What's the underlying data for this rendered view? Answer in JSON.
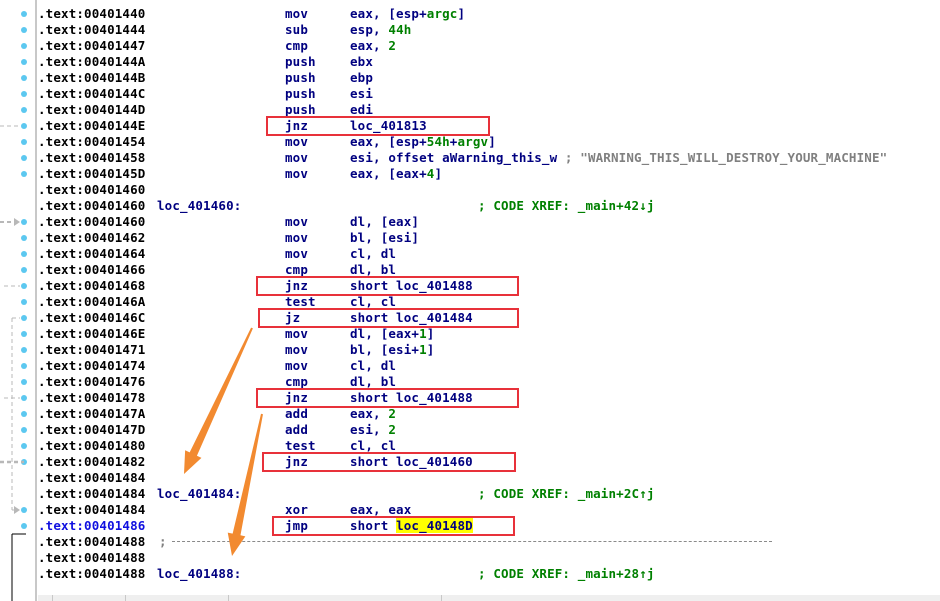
{
  "listing": {
    "rows": [
      {
        "addr": ".text:00401440",
        "mnem": "mov",
        "ops": [
          {
            "t": "eax, [esp+"
          },
          {
            "t": "argc",
            "c": "num"
          },
          {
            "t": "]"
          }
        ],
        "dot": true
      },
      {
        "addr": ".text:00401444",
        "mnem": "sub",
        "ops": [
          {
            "t": "esp, "
          },
          {
            "t": "44h",
            "c": "num"
          }
        ],
        "dot": true
      },
      {
        "addr": ".text:00401447",
        "mnem": "cmp",
        "ops": [
          {
            "t": "eax, "
          },
          {
            "t": "2",
            "c": "num"
          }
        ],
        "dot": true
      },
      {
        "addr": ".text:0040144A",
        "mnem": "push",
        "ops": [
          {
            "t": "ebx"
          }
        ],
        "dot": true
      },
      {
        "addr": ".text:0040144B",
        "mnem": "push",
        "ops": [
          {
            "t": "ebp"
          }
        ],
        "dot": true
      },
      {
        "addr": ".text:0040144C",
        "mnem": "push",
        "ops": [
          {
            "t": "esi"
          }
        ],
        "dot": true
      },
      {
        "addr": ".text:0040144D",
        "mnem": "push",
        "ops": [
          {
            "t": "edi"
          }
        ],
        "dot": true
      },
      {
        "addr": ".text:0040144E",
        "mnem": "jnz",
        "ops": [
          {
            "t": "loc_401813"
          }
        ],
        "dot": true,
        "boxed": true
      },
      {
        "addr": ".text:00401454",
        "mnem": "mov",
        "ops": [
          {
            "t": "eax, [esp+"
          },
          {
            "t": "54h",
            "c": "num"
          },
          {
            "t": "+"
          },
          {
            "t": "argv",
            "c": "num"
          },
          {
            "t": "]"
          }
        ],
        "dot": true
      },
      {
        "addr": ".text:00401458",
        "mnem": "mov",
        "ops": [
          {
            "t": "esi, offset aWarning_this_w "
          }
        ],
        "dot": true,
        "comment": "; \"WARNING_THIS_WILL_DESTROY_YOUR_MACHINE\"",
        "comment_kind": "str"
      },
      {
        "addr": ".text:0040145D",
        "mnem": "mov",
        "ops": [
          {
            "t": "eax, [eax+"
          },
          {
            "t": "4",
            "c": "num"
          },
          {
            "t": "]"
          }
        ],
        "dot": true
      },
      {
        "addr": ".text:00401460"
      },
      {
        "addr": ".text:00401460",
        "label": "loc_401460:",
        "comment": "; CODE XREF: _main+42↓j"
      },
      {
        "addr": ".text:00401460",
        "mnem": "mov",
        "ops": [
          {
            "t": "dl, [eax]"
          }
        ],
        "dot": true
      },
      {
        "addr": ".text:00401462",
        "mnem": "mov",
        "ops": [
          {
            "t": "bl, [esi]"
          }
        ],
        "dot": true
      },
      {
        "addr": ".text:00401464",
        "mnem": "mov",
        "ops": [
          {
            "t": "cl, dl"
          }
        ],
        "dot": true
      },
      {
        "addr": ".text:00401466",
        "mnem": "cmp",
        "ops": [
          {
            "t": "dl, bl"
          }
        ],
        "dot": true
      },
      {
        "addr": ".text:00401468",
        "mnem": "jnz",
        "ops": [
          {
            "t": "short loc_401488"
          }
        ],
        "dot": true,
        "boxed": true
      },
      {
        "addr": ".text:0040146A",
        "mnem": "test",
        "ops": [
          {
            "t": "cl, cl"
          }
        ],
        "dot": true
      },
      {
        "addr": ".text:0040146C",
        "mnem": "jz",
        "ops": [
          {
            "t": "short loc_401484"
          }
        ],
        "dot": true,
        "boxed": true
      },
      {
        "addr": ".text:0040146E",
        "mnem": "mov",
        "ops": [
          {
            "t": "dl, [eax+"
          },
          {
            "t": "1",
            "c": "num"
          },
          {
            "t": "]"
          }
        ],
        "dot": true
      },
      {
        "addr": ".text:00401471",
        "mnem": "mov",
        "ops": [
          {
            "t": "bl, [esi+"
          },
          {
            "t": "1",
            "c": "num"
          },
          {
            "t": "]"
          }
        ],
        "dot": true
      },
      {
        "addr": ".text:00401474",
        "mnem": "mov",
        "ops": [
          {
            "t": "cl, dl"
          }
        ],
        "dot": true
      },
      {
        "addr": ".text:00401476",
        "mnem": "cmp",
        "ops": [
          {
            "t": "dl, bl"
          }
        ],
        "dot": true
      },
      {
        "addr": ".text:00401478",
        "mnem": "jnz",
        "ops": [
          {
            "t": "short loc_401488"
          }
        ],
        "dot": true,
        "boxed": true
      },
      {
        "addr": ".text:0040147A",
        "mnem": "add",
        "ops": [
          {
            "t": "eax, "
          },
          {
            "t": "2",
            "c": "num"
          }
        ],
        "dot": true
      },
      {
        "addr": ".text:0040147D",
        "mnem": "add",
        "ops": [
          {
            "t": "esi, "
          },
          {
            "t": "2",
            "c": "num"
          }
        ],
        "dot": true
      },
      {
        "addr": ".text:00401480",
        "mnem": "test",
        "ops": [
          {
            "t": "cl, cl"
          }
        ],
        "dot": true
      },
      {
        "addr": ".text:00401482",
        "mnem": "jnz",
        "ops": [
          {
            "t": "short loc_401460"
          }
        ],
        "dot": true,
        "boxed": true
      },
      {
        "addr": ".text:00401484"
      },
      {
        "addr": ".text:00401484",
        "label": "loc_401484:",
        "comment": "; CODE XREF: _main+2C↑j"
      },
      {
        "addr": ".text:00401484",
        "mnem": "xor",
        "ops": [
          {
            "t": "eax, eax"
          }
        ],
        "dot": true
      },
      {
        "addr": ".text:00401486",
        "current": true,
        "mnem": "jmp",
        "ops": [
          {
            "t": "short "
          },
          {
            "t": "loc_40148D",
            "c": "hl"
          }
        ],
        "dot": true,
        "boxed": true
      },
      {
        "addr": ".text:00401488",
        "separator": ";"
      },
      {
        "addr": ".text:00401488"
      },
      {
        "addr": ".text:00401488",
        "label": "loc_401488:",
        "comment": "; CODE XREF: _main+28↑j"
      }
    ]
  },
  "annotations": {
    "arrow_color": "#f28a30",
    "box_color": "#e8313a",
    "highlight_color": "#ffff00"
  }
}
